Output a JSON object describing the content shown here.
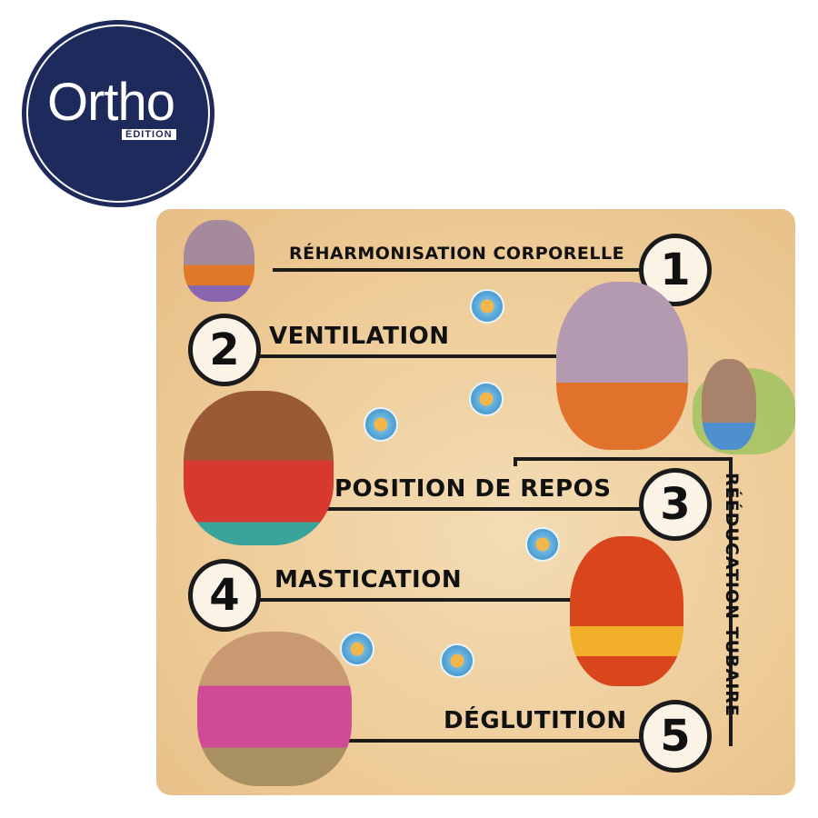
{
  "logo": {
    "name": "Ortho",
    "subtitle": "ÉDITION"
  },
  "board": {
    "steps": [
      {
        "number": "1",
        "label": "RÉHARMONISATION CORPORELLE"
      },
      {
        "number": "2",
        "label": "VENTILATION"
      },
      {
        "number": "3",
        "label": "POSITION DE REPOS"
      },
      {
        "number": "4",
        "label": "MASTICATION"
      },
      {
        "number": "5",
        "label": "DÉGLUTITION"
      }
    ],
    "side_label": "RÉÉDUCATION TUBAIRE"
  },
  "colors": {
    "logo": "#1f2a5c",
    "board": "#eecb97",
    "ink": "#1b1b1b"
  }
}
